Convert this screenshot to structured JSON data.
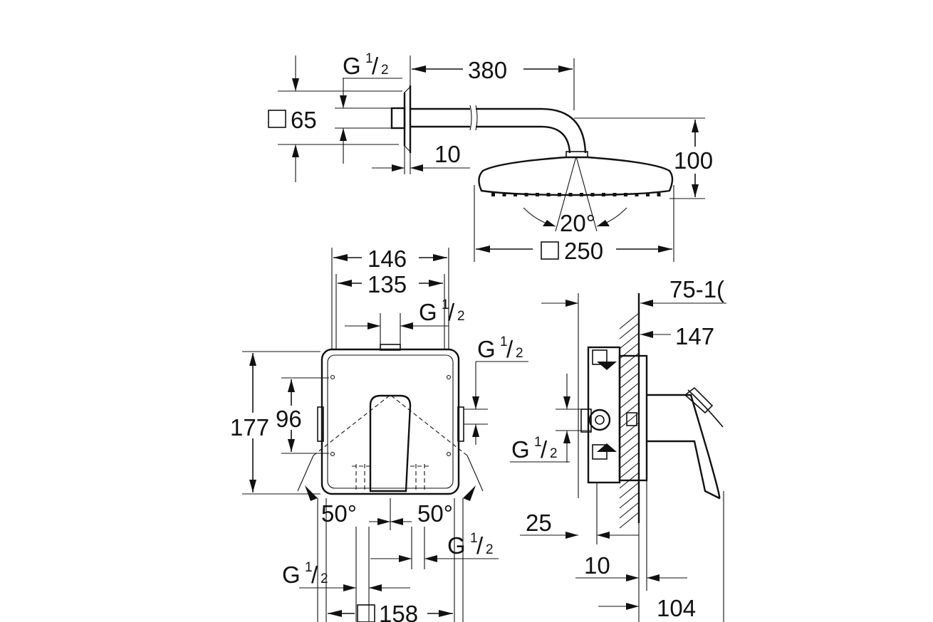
{
  "top_view": {
    "dim_length": "380",
    "dim_square": "65",
    "dim_flange": "10",
    "dim_height": "100",
    "dim_angle": "20°",
    "dim_head": "250",
    "thread": {
      "G": "G",
      "num": "1",
      "den": "2"
    }
  },
  "front_view": {
    "dim_outer_width": "146",
    "dim_inner_width": "135",
    "dim_height": "177",
    "dim_inner_height": "96",
    "angle_left": "50°",
    "angle_right": "50°",
    "dim_box": "158",
    "thread": {
      "G": "G",
      "num": "1",
      "den": "2"
    }
  },
  "side_view": {
    "dim_depth_range": "75-1(",
    "dim_147": "147",
    "dim_25": "25",
    "dim_10": "10",
    "dim_104": "104",
    "thread": {
      "G": "G",
      "num": "1",
      "den": "2"
    }
  }
}
